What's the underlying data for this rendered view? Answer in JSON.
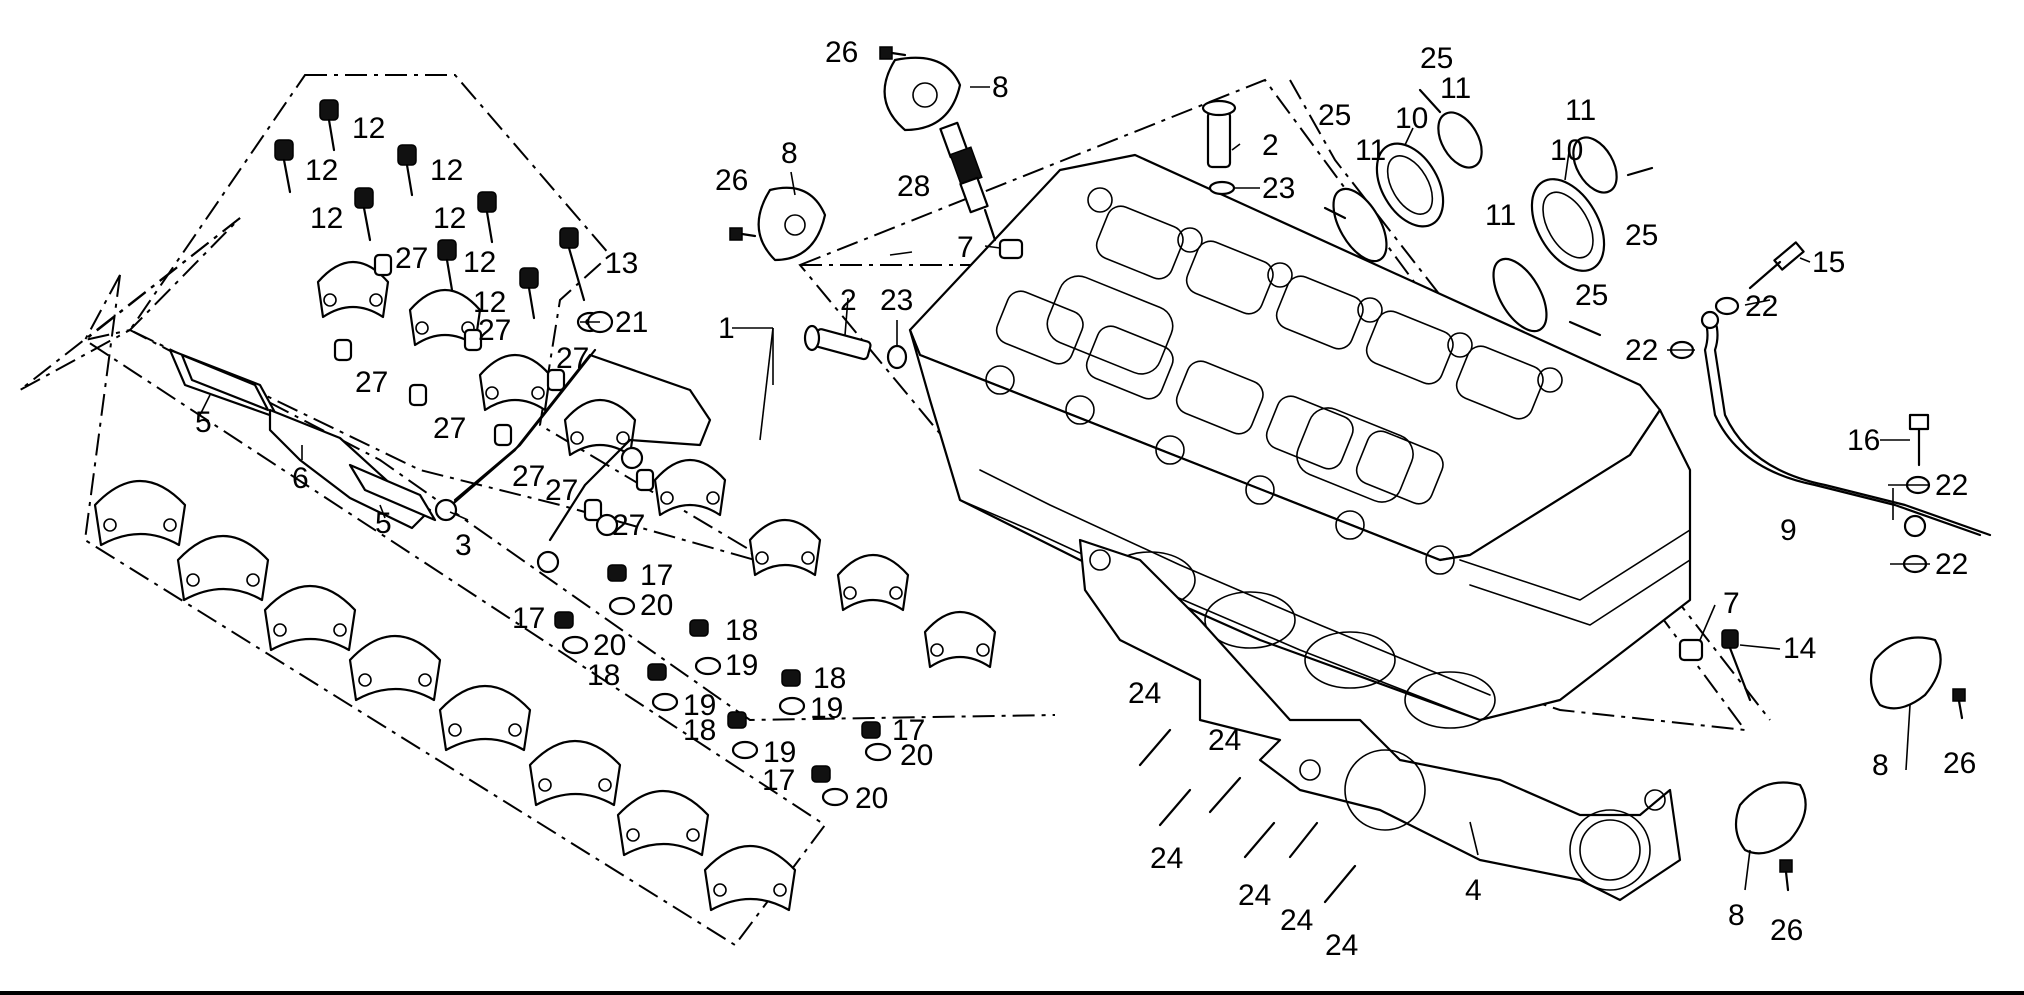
{
  "callouts": [
    {
      "id": "c1",
      "text": "1"
    },
    {
      "id": "c2a",
      "text": "2"
    },
    {
      "id": "c2b",
      "text": "2"
    },
    {
      "id": "c3",
      "text": "3"
    },
    {
      "id": "c4",
      "text": "4"
    },
    {
      "id": "c5a",
      "text": "5"
    },
    {
      "id": "c5b",
      "text": "5"
    },
    {
      "id": "c6",
      "text": "6"
    },
    {
      "id": "c7a",
      "text": "7"
    },
    {
      "id": "c7b",
      "text": "7"
    },
    {
      "id": "c8a",
      "text": "8"
    },
    {
      "id": "c8b",
      "text": "8"
    },
    {
      "id": "c8c",
      "text": "8"
    },
    {
      "id": "c8d",
      "text": "8"
    },
    {
      "id": "c9",
      "text": "9"
    },
    {
      "id": "c10a",
      "text": "10"
    },
    {
      "id": "c10b",
      "text": "10"
    },
    {
      "id": "c11a",
      "text": "11"
    },
    {
      "id": "c11b",
      "text": "11"
    },
    {
      "id": "c11c",
      "text": "11"
    },
    {
      "id": "c11d",
      "text": "11"
    },
    {
      "id": "c12a",
      "text": "12"
    },
    {
      "id": "c12b",
      "text": "12"
    },
    {
      "id": "c12c",
      "text": "12"
    },
    {
      "id": "c12d",
      "text": "12"
    },
    {
      "id": "c12e",
      "text": "12"
    },
    {
      "id": "c12f",
      "text": "12"
    },
    {
      "id": "c12g",
      "text": "12"
    },
    {
      "id": "c13",
      "text": "13"
    },
    {
      "id": "c14",
      "text": "14"
    },
    {
      "id": "c15",
      "text": "15"
    },
    {
      "id": "c16",
      "text": "16"
    },
    {
      "id": "c17a",
      "text": "17"
    },
    {
      "id": "c17b",
      "text": "17"
    },
    {
      "id": "c17c",
      "text": "17"
    },
    {
      "id": "c17d",
      "text": "17"
    },
    {
      "id": "c18a",
      "text": "18"
    },
    {
      "id": "c18b",
      "text": "18"
    },
    {
      "id": "c18c",
      "text": "18"
    },
    {
      "id": "c18d",
      "text": "18"
    },
    {
      "id": "c19a",
      "text": "19"
    },
    {
      "id": "c19b",
      "text": "19"
    },
    {
      "id": "c19c",
      "text": "19"
    },
    {
      "id": "c19d",
      "text": "19"
    },
    {
      "id": "c20a",
      "text": "20"
    },
    {
      "id": "c20b",
      "text": "20"
    },
    {
      "id": "c20c",
      "text": "20"
    },
    {
      "id": "c20d",
      "text": "20"
    },
    {
      "id": "c21",
      "text": "21"
    },
    {
      "id": "c22a",
      "text": "22"
    },
    {
      "id": "c22b",
      "text": "22"
    },
    {
      "id": "c22c",
      "text": "22"
    },
    {
      "id": "c22d",
      "text": "22"
    },
    {
      "id": "c23a",
      "text": "23"
    },
    {
      "id": "c23b",
      "text": "23"
    },
    {
      "id": "c24a",
      "text": "24"
    },
    {
      "id": "c24b",
      "text": "24"
    },
    {
      "id": "c24c",
      "text": "24"
    },
    {
      "id": "c24d",
      "text": "24"
    },
    {
      "id": "c24e",
      "text": "24"
    },
    {
      "id": "c24f",
      "text": "24"
    },
    {
      "id": "c25a",
      "text": "25"
    },
    {
      "id": "c25b",
      "text": "25"
    },
    {
      "id": "c25c",
      "text": "25"
    },
    {
      "id": "c25d",
      "text": "25"
    },
    {
      "id": "c26a",
      "text": "26"
    },
    {
      "id": "c26b",
      "text": "26"
    },
    {
      "id": "c26c",
      "text": "26"
    },
    {
      "id": "c26d",
      "text": "26"
    },
    {
      "id": "c27a",
      "text": "27"
    },
    {
      "id": "c27b",
      "text": "27"
    },
    {
      "id": "c27c",
      "text": "27"
    },
    {
      "id": "c27d",
      "text": "27"
    },
    {
      "id": "c27e",
      "text": "27"
    },
    {
      "id": "c27f",
      "text": "27"
    },
    {
      "id": "c27g",
      "text": "27"
    },
    {
      "id": "c27h",
      "text": "27"
    },
    {
      "id": "c28",
      "text": "28"
    }
  ]
}
